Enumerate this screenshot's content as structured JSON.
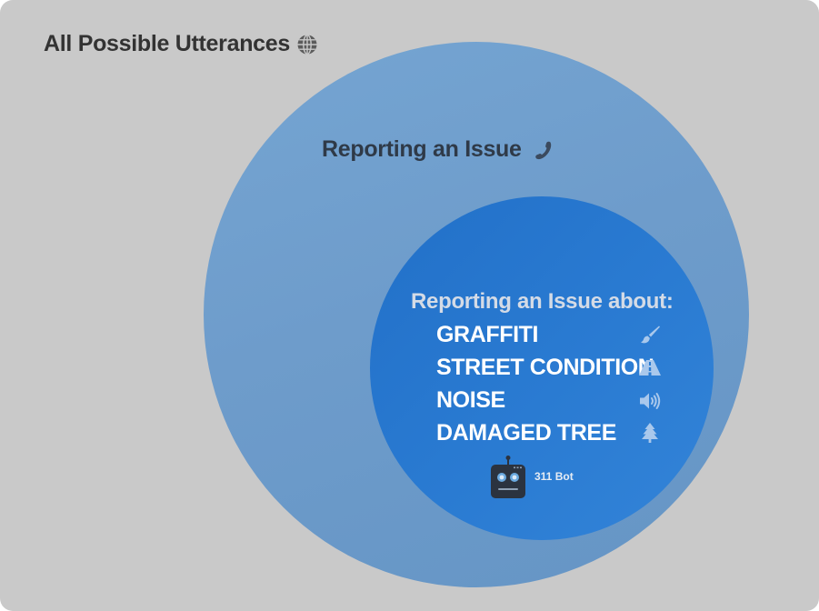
{
  "diagram": {
    "outer_set": {
      "label": "All Possible Utterances",
      "icon": "globe-icon"
    },
    "middle_set": {
      "label": "Reporting an Issue",
      "icon": "phone-icon"
    },
    "inner_set": {
      "label": "Reporting an Issue about:",
      "topics": [
        {
          "label": "GRAFFITI",
          "icon": "paintbrush-icon"
        },
        {
          "label": "STREET CONDITION",
          "icon": "road-icon"
        },
        {
          "label": "NOISE",
          "icon": "speaker-icon"
        },
        {
          "label": "DAMAGED TREE",
          "icon": "tree-icon"
        }
      ]
    },
    "bot": {
      "label": "311 Bot",
      "icon": "robot-icon"
    }
  },
  "colors": {
    "background": "#c9c9c9",
    "middle_circle": "#6e9ccb",
    "inner_circle": "#2a7bd2",
    "title_text": "#333333",
    "topic_text": "#ffffff",
    "topic_icon": "#a9c8ec"
  }
}
